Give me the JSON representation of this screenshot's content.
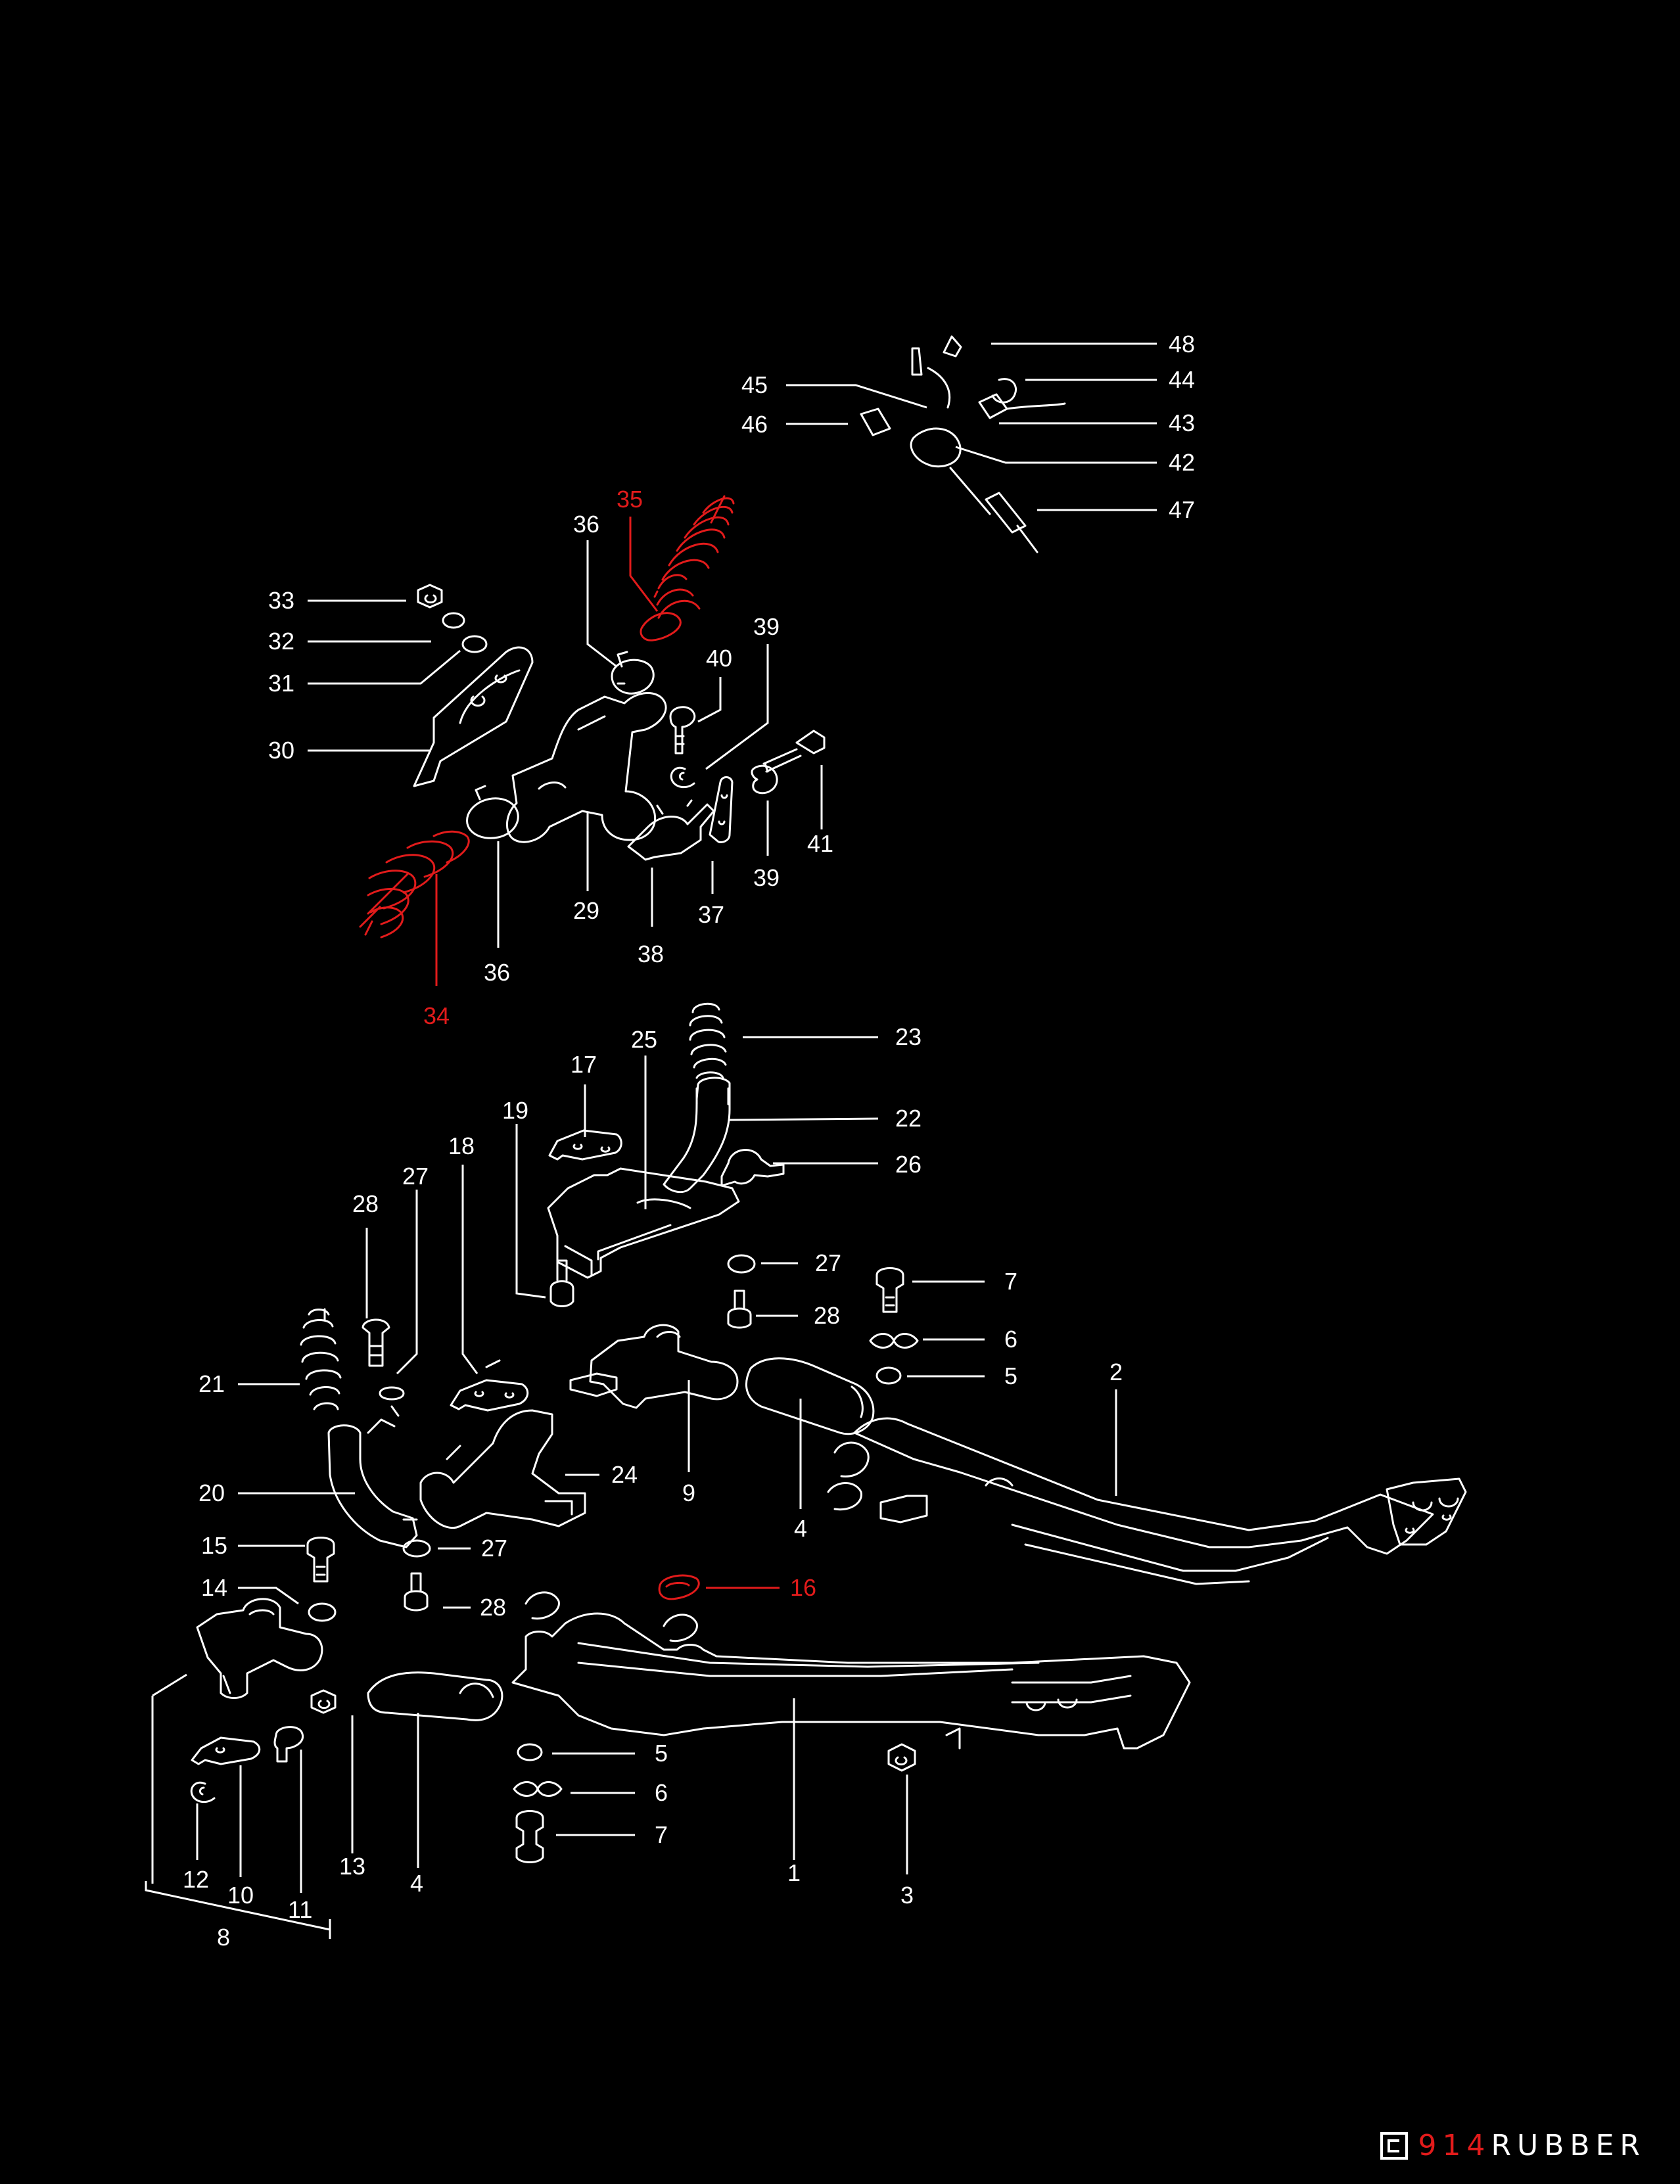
{
  "diagram": {
    "highlight_color": "#e21b1b",
    "line_color": "#ffffff",
    "background_color": "#000000",
    "callouts": [
      {
        "id": "c48",
        "text": "48",
        "highlight": false
      },
      {
        "id": "c44",
        "text": "44",
        "highlight": false
      },
      {
        "id": "c45",
        "text": "45",
        "highlight": false
      },
      {
        "id": "c43",
        "text": "43",
        "highlight": false
      },
      {
        "id": "c46",
        "text": "46",
        "highlight": false
      },
      {
        "id": "c42",
        "text": "42",
        "highlight": false
      },
      {
        "id": "c47",
        "text": "47",
        "highlight": false
      },
      {
        "id": "c35",
        "text": "35",
        "highlight": true
      },
      {
        "id": "c36a",
        "text": "36",
        "highlight": false
      },
      {
        "id": "c33",
        "text": "33",
        "highlight": false
      },
      {
        "id": "c32",
        "text": "32",
        "highlight": false
      },
      {
        "id": "c31",
        "text": "31",
        "highlight": false
      },
      {
        "id": "c30",
        "text": "30",
        "highlight": false
      },
      {
        "id": "c39a",
        "text": "39",
        "highlight": false
      },
      {
        "id": "c40",
        "text": "40",
        "highlight": false
      },
      {
        "id": "c41",
        "text": "41",
        "highlight": false
      },
      {
        "id": "c39b",
        "text": "39",
        "highlight": false
      },
      {
        "id": "c29",
        "text": "29",
        "highlight": false
      },
      {
        "id": "c37",
        "text": "37",
        "highlight": false
      },
      {
        "id": "c38",
        "text": "38",
        "highlight": false
      },
      {
        "id": "c36b",
        "text": "36",
        "highlight": false
      },
      {
        "id": "c34",
        "text": "34",
        "highlight": true
      },
      {
        "id": "c25",
        "text": "25",
        "highlight": false
      },
      {
        "id": "c23",
        "text": "23",
        "highlight": false
      },
      {
        "id": "c17",
        "text": "17",
        "highlight": false
      },
      {
        "id": "c22",
        "text": "22",
        "highlight": false
      },
      {
        "id": "c19",
        "text": "19",
        "highlight": false
      },
      {
        "id": "c18",
        "text": "18",
        "highlight": false
      },
      {
        "id": "c26",
        "text": "26",
        "highlight": false
      },
      {
        "id": "c27a",
        "text": "27",
        "highlight": false
      },
      {
        "id": "c28a",
        "text": "28",
        "highlight": false
      },
      {
        "id": "c27b",
        "text": "27",
        "highlight": false
      },
      {
        "id": "c7a",
        "text": "7",
        "highlight": false
      },
      {
        "id": "c28b",
        "text": "28",
        "highlight": false
      },
      {
        "id": "c6a",
        "text": "6",
        "highlight": false
      },
      {
        "id": "c5a",
        "text": "5",
        "highlight": false
      },
      {
        "id": "c21",
        "text": "21",
        "highlight": false
      },
      {
        "id": "c2",
        "text": "2",
        "highlight": false
      },
      {
        "id": "c24",
        "text": "24",
        "highlight": false
      },
      {
        "id": "c20",
        "text": "20",
        "highlight": false
      },
      {
        "id": "c9",
        "text": "9",
        "highlight": false
      },
      {
        "id": "c4a",
        "text": "4",
        "highlight": false
      },
      {
        "id": "c15",
        "text": "15",
        "highlight": false
      },
      {
        "id": "c27c",
        "text": "27",
        "highlight": false
      },
      {
        "id": "c16",
        "text": "16",
        "highlight": true
      },
      {
        "id": "c14",
        "text": "14",
        "highlight": false
      },
      {
        "id": "c28c",
        "text": "28",
        "highlight": false
      },
      {
        "id": "c5b",
        "text": "5",
        "highlight": false
      },
      {
        "id": "c6b",
        "text": "6",
        "highlight": false
      },
      {
        "id": "c7b",
        "text": "7",
        "highlight": false
      },
      {
        "id": "c12",
        "text": "12",
        "highlight": false
      },
      {
        "id": "c10",
        "text": "10",
        "highlight": false
      },
      {
        "id": "c11",
        "text": "11",
        "highlight": false
      },
      {
        "id": "c13",
        "text": "13",
        "highlight": false
      },
      {
        "id": "c4b",
        "text": "4",
        "highlight": false
      },
      {
        "id": "c1",
        "text": "1",
        "highlight": false
      },
      {
        "id": "c3",
        "text": "3",
        "highlight": false
      },
      {
        "id": "c8",
        "text": "8",
        "highlight": false
      }
    ]
  },
  "watermark": {
    "numeral": "914",
    "word": "RUBBER",
    "copyright_symbol": "©"
  }
}
